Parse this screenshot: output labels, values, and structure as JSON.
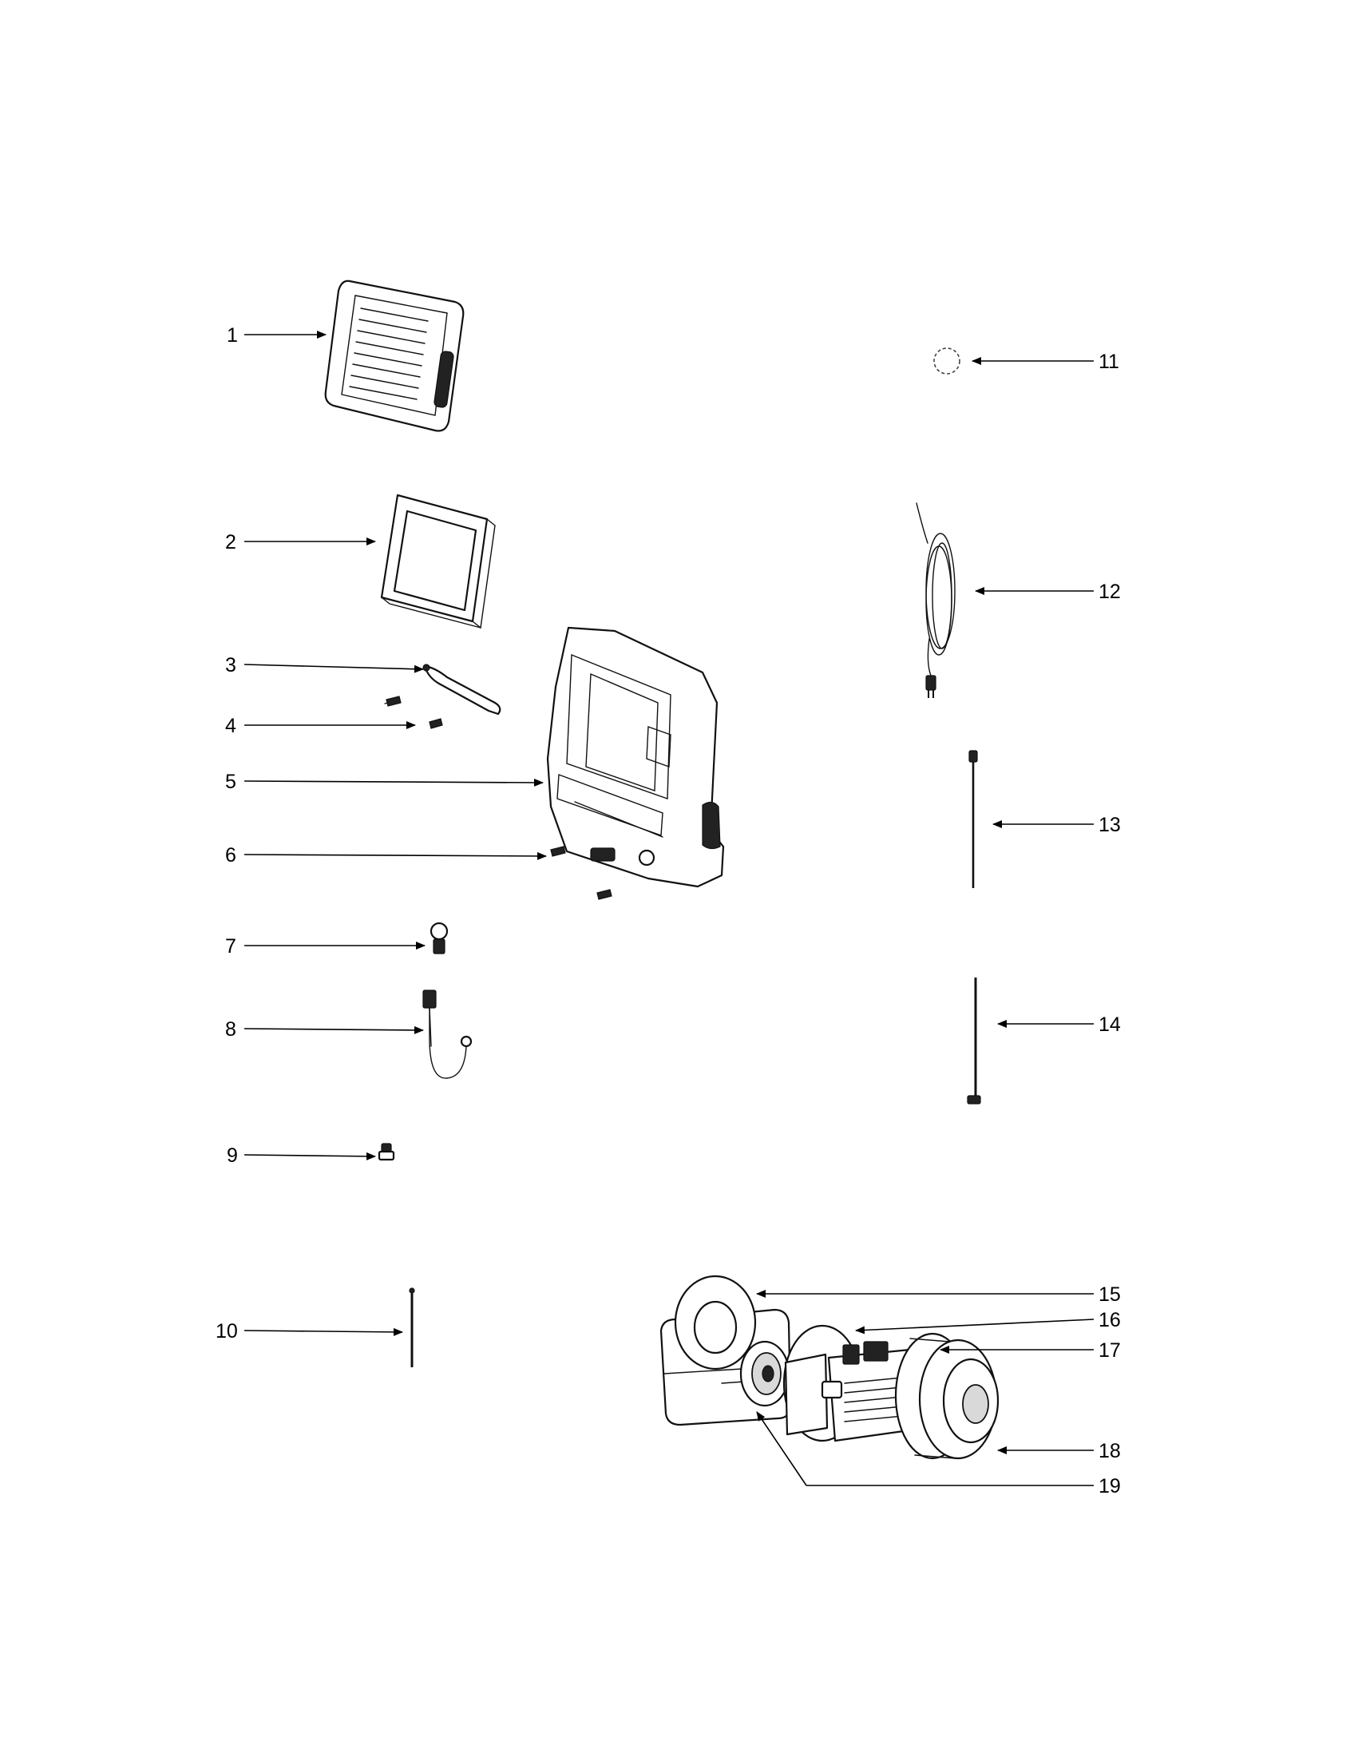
{
  "callouts": [
    {
      "id": "1"
    },
    {
      "id": "2"
    },
    {
      "id": "3"
    },
    {
      "id": "4"
    },
    {
      "id": "5"
    },
    {
      "id": "6"
    },
    {
      "id": "7"
    },
    {
      "id": "8"
    },
    {
      "id": "9"
    },
    {
      "id": "10"
    },
    {
      "id": "11"
    },
    {
      "id": "12"
    },
    {
      "id": "13"
    },
    {
      "id": "14"
    },
    {
      "id": "15"
    },
    {
      "id": "16"
    },
    {
      "id": "17"
    },
    {
      "id": "18"
    },
    {
      "id": "19"
    }
  ],
  "colors": {
    "ink": "#000000",
    "background": "#ffffff",
    "shade": "#d9d9d9"
  }
}
